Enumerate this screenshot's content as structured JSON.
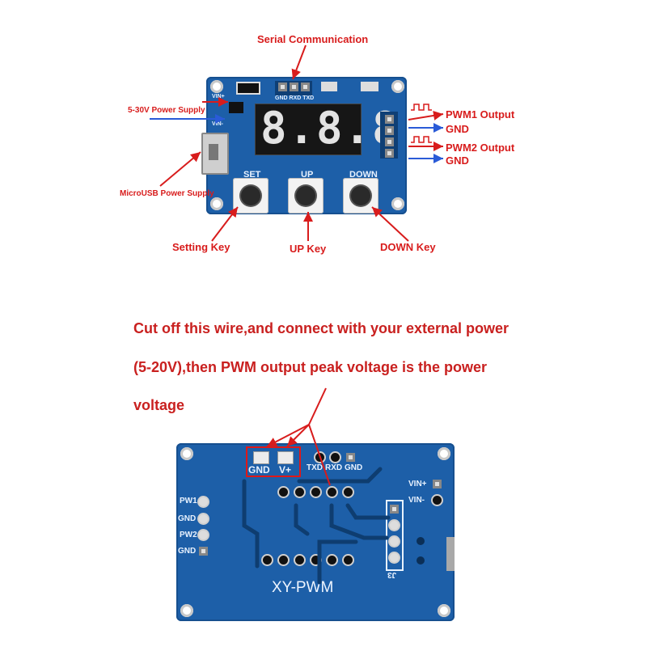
{
  "top_board": {
    "labels": {
      "serial": "Serial Communication",
      "power_supply": "5-30V Power Supply",
      "micro_usb": "MicroUSB Power Supply",
      "pwm1": "PWM1 Output",
      "gnd1": "GND",
      "pwm2": "PWM2 Output",
      "gnd2": "GND",
      "setting_key": "Setting Key",
      "up_key": "UP Key",
      "down_key": "DOWN Key"
    },
    "silkscreen": {
      "set": "SET",
      "up": "UP",
      "down": "DOWN",
      "vin_plus": "VIN+",
      "vin_minus": "VIN-",
      "header": "GND RXD TXD"
    },
    "display": "8.8.8"
  },
  "note": {
    "line1": "Cut off this wire,and connect with your external power",
    "line2": "(5-20V),then PWM output peak voltage is the power",
    "line3": "voltage"
  },
  "bottom_board": {
    "labels": {
      "gnd": "GND",
      "vplus": "V+",
      "txd": "TXD",
      "rxd": "RXD",
      "gnd_header": "GND",
      "vin_plus": "VIN+",
      "vin_minus": "VIN-",
      "pw1": "PW1",
      "gnd_a": "GND",
      "pw2": "PW2",
      "gnd_b": "GND",
      "j3": "J3",
      "model": "XY-PWM"
    }
  },
  "colors": {
    "pcb": "#1d5fa8",
    "label_red": "#d81c1c",
    "arrow_blue": "#2a5bd7"
  }
}
